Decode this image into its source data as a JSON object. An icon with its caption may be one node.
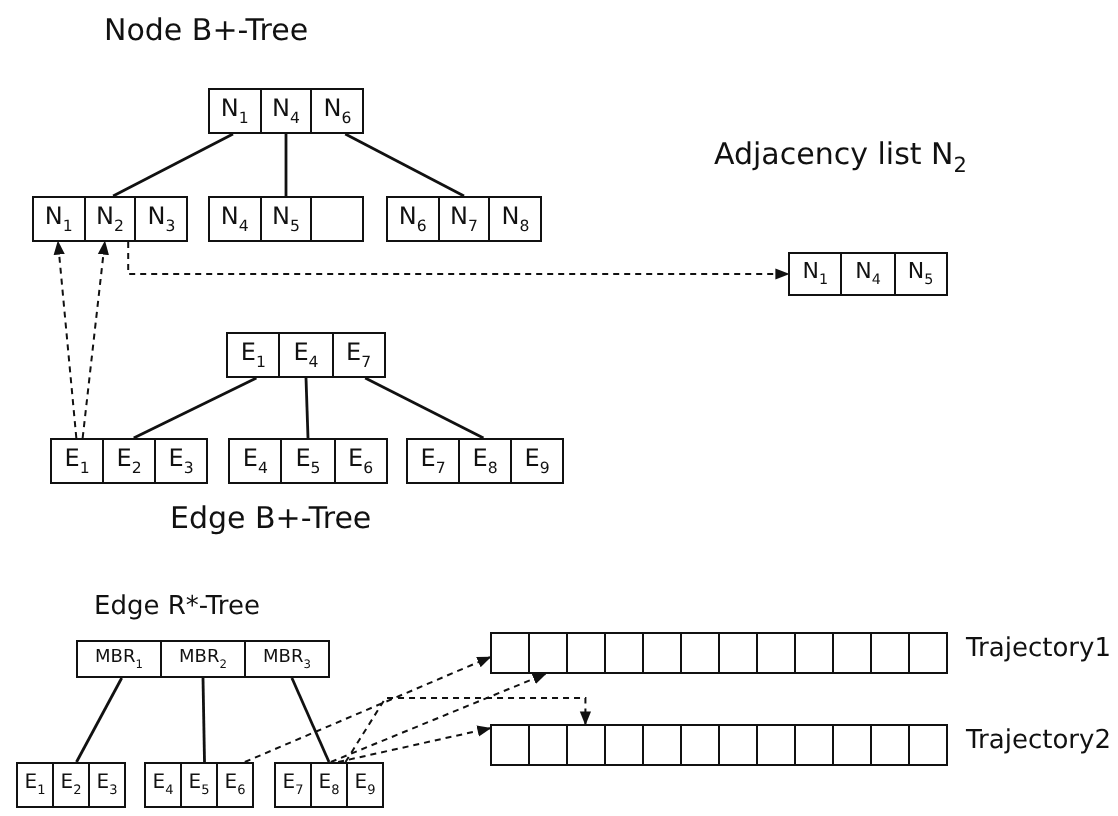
{
  "diagram": {
    "nodes": [
      {
        "text": [],
        "shape": "box"
      },
      {
        "text": [
          "N$_{1}$"
        ],
        "in": 0
      },
      {
        "text": [
          "N$_{4}$"
        ],
        "in": 0
      },
      {
        "text": [
          "N$_{6}$"
        ],
        "in": 0
      },
      {
        "text": [],
        "shape": "box"
      },
      {
        "text": [
          "N$_{1}$"
        ],
        "in": 4
      },
      {
        "text": [
          "N$_{2}$"
        ],
        "in": 4
      },
      {
        "text": [
          "N$_{3}$"
        ],
        "in": 4
      },
      {
        "text": [],
        "shape": "box"
      },
      {
        "text": [
          "N$_{4}$"
        ],
        "in": 8
      },
      {
        "text": [
          "N$_{5}$"
        ],
        "in": 8
      },
      {
        "text": [],
        "shape": "box",
        "in": 8
      },
      {
        "text": [],
        "shape": "box"
      },
      {
        "text": [
          "N$_{6}$"
        ],
        "in": 12
      },
      {
        "text": [
          "N$_{7}$"
        ],
        "in": 12
      },
      {
        "text": [
          "N$_{8}$"
        ],
        "in": 12
      },
      {
        "text": [],
        "shape": "box"
      },
      {
        "text": [
          "N$_{1}$"
        ],
        "in": 16
      },
      {
        "text": [
          "N$_{4}$"
        ],
        "in": 16
      },
      {
        "text": [
          "N$_{5}$"
        ],
        "in": 16
      },
      {
        "text": [],
        "shape": "box"
      },
      {
        "text": [
          "E$_{1}$"
        ],
        "in": 20
      },
      {
        "text": [
          "E$_{4}$"
        ],
        "in": 20
      },
      {
        "text": [
          "E$_{7}$"
        ],
        "in": 20
      },
      {
        "text": [],
        "shape": "box"
      },
      {
        "text": [
          "E$_{1}$"
        ],
        "in": 24
      },
      {
        "text": [
          "E$_{2}$"
        ],
        "in": 24
      },
      {
        "text": [
          "E$_{3}$"
        ],
        "in": 24
      },
      {
        "text": [],
        "shape": "box"
      },
      {
        "text": [
          "E$_{4}$"
        ],
        "in": 28
      },
      {
        "text": [
          "E$_{5}$"
        ],
        "in": 28
      },
      {
        "text": [
          "E$_{6}$"
        ],
        "in": 28
      },
      {
        "text": [],
        "shape": "box"
      },
      {
        "text": [
          "E$_{7}$"
        ],
        "in": 32
      },
      {
        "text": [
          "E$_{8}$"
        ],
        "in": 32
      },
      {
        "text": [
          "E$_{9}$"
        ],
        "in": 32
      },
      {
        "text": [],
        "shape": "box"
      },
      {
        "text": [
          "MBR$_{1}$"
        ],
        "in": 36
      },
      {
        "text": [
          "MBR$_{2}$"
        ],
        "in": 36
      },
      {
        "text": [
          "MBR$_{3}$"
        ],
        "in": 36
      },
      {
        "text": [],
        "shape": "box"
      },
      {
        "text": [
          "E$_{1}$"
        ],
        "in": 40
      },
      {
        "text": [
          "E$_{2}$"
        ],
        "in": 40
      },
      {
        "text": [
          "E$_{3}$"
        ],
        "in": 40
      },
      {
        "text": [],
        "shape": "box"
      },
      {
        "text": [
          "E$_{4}$"
        ],
        "in": 44
      },
      {
        "text": [
          "E$_{5}$"
        ],
        "in": 44
      },
      {
        "text": [
          "E$_{6}$"
        ],
        "in": 44
      },
      {
        "text": [],
        "shape": "box"
      },
      {
        "text": [
          "E$_{7}$"
        ],
        "in": 48
      },
      {
        "text": [
          "E$_{8}$"
        ],
        "in": 48
      },
      {
        "text": [
          "E$_{9}$"
        ],
        "in": 48
      },
      {
        "text": [],
        "shape": "box",
        "beside": [
          "Trajectory1"
        ]
      },
      {
        "text": [],
        "shape": "box",
        "in": 52
      },
      {
        "text": [],
        "shape": "box",
        "in": 52
      },
      {
        "text": [],
        "shape": "box",
        "in": 52
      },
      {
        "text": [],
        "shape": "box",
        "in": 52
      },
      {
        "text": [],
        "shape": "box",
        "in": 52
      },
      {
        "text": [],
        "shape": "box",
        "in": 52
      },
      {
        "text": [],
        "shape": "box",
        "in": 52
      },
      {
        "text": [],
        "shape": "box",
        "in": 52
      },
      {
        "text": [],
        "shape": "box",
        "in": 52
      },
      {
        "text": [],
        "shape": "box",
        "in": 52
      },
      {
        "text": [],
        "shape": "box",
        "in": 52
      },
      {
        "text": [],
        "shape": "box",
        "in": 52
      },
      {
        "text": [],
        "shape": "box",
        "beside": [
          "Trajectory2"
        ]
      },
      {
        "text": [],
        "shape": "box",
        "in": 65
      },
      {
        "text": [],
        "shape": "box",
        "in": 65
      },
      {
        "text": [],
        "shape": "box",
        "in": 65
      },
      {
        "text": [],
        "shape": "box",
        "in": 65
      },
      {
        "text": [],
        "shape": "box",
        "in": 65
      },
      {
        "text": [],
        "shape": "box",
        "in": 65
      },
      {
        "text": [],
        "shape": "box",
        "in": 65
      },
      {
        "text": [],
        "shape": "box",
        "in": 65
      },
      {
        "text": [],
        "shape": "box",
        "in": 65
      },
      {
        "text": [],
        "shape": "box",
        "in": 65
      },
      {
        "text": [],
        "shape": "box",
        "in": 65
      },
      {
        "text": [],
        "shape": "box",
        "in": 65
      }
    ],
    "edges": [
      {
        "from": 0,
        "to": 4,
        "arrow": "none"
      },
      {
        "from": 0,
        "to": 8,
        "arrow": "none"
      },
      {
        "from": 0,
        "to": 12,
        "arrow": "none"
      },
      {
        "from": 20,
        "to": 24,
        "arrow": "none"
      },
      {
        "from": 20,
        "to": 28,
        "arrow": "none"
      },
      {
        "from": 20,
        "to": 32,
        "arrow": "none"
      },
      {
        "from": 36,
        "to": 40,
        "arrow": "none"
      },
      {
        "from": 36,
        "to": 44,
        "arrow": "none"
      },
      {
        "from": 36,
        "to": 48,
        "arrow": "none"
      },
      {
        "from": 25,
        "to": 5,
        "arrow": "to",
        "style": "dashed"
      },
      {
        "from": 25,
        "to": 6,
        "arrow": "to",
        "style": "dashed"
      },
      {
        "from": 6,
        "to": 16,
        "arrow": "to",
        "style": "dashed"
      },
      {
        "from": 47,
        "to": 53,
        "arrow": "to",
        "style": "dashed"
      },
      {
        "from": 50,
        "to": 54,
        "arrow": "to",
        "style": "dashed"
      },
      {
        "from": 50,
        "to": 66,
        "arrow": "to",
        "style": "dashed"
      },
      {
        "from": 50,
        "to": 68,
        "arrow": "to",
        "style": "dashed"
      }
    ],
    "labels": [
      "Node B+-Tree",
      "Adjacency list N$_{2}$",
      "Edge B+-Tree",
      "Edge R*-Tree"
    ]
  }
}
